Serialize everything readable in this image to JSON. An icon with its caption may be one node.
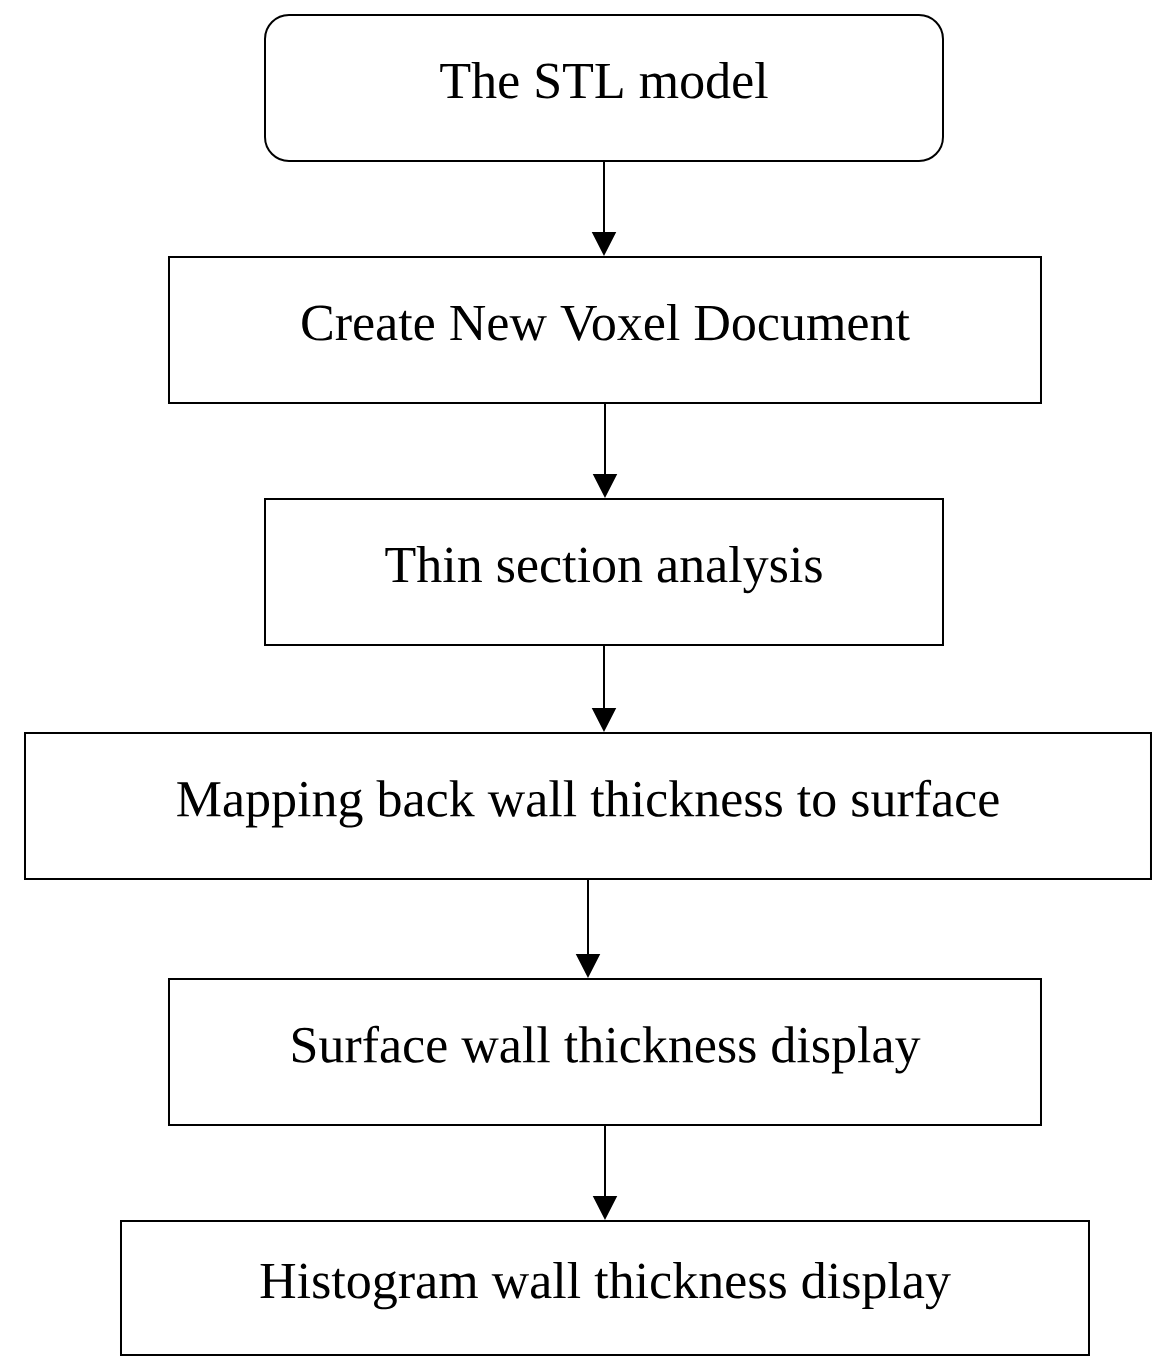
{
  "diagram": {
    "nodes": [
      {
        "text": [
          "The STL model"
        ]
      },
      {
        "text": [
          "Create New Voxel Document"
        ]
      },
      {
        "text": [
          "Thin section analysis"
        ]
      },
      {
        "text": [
          "Mapping back wall thickness to surface"
        ]
      },
      {
        "text": [
          "Surface wall thickness display"
        ]
      },
      {
        "text": [
          "Histogram wall thickness display"
        ]
      }
    ],
    "edges": [
      {
        "from": 0,
        "to": 1,
        "arrow": "to"
      },
      {
        "from": 1,
        "to": 2,
        "arrow": "to"
      },
      {
        "from": 2,
        "to": 3,
        "arrow": "to"
      },
      {
        "from": 3,
        "to": 4,
        "arrow": "to"
      },
      {
        "from": 4,
        "to": 5,
        "arrow": "to"
      }
    ]
  }
}
